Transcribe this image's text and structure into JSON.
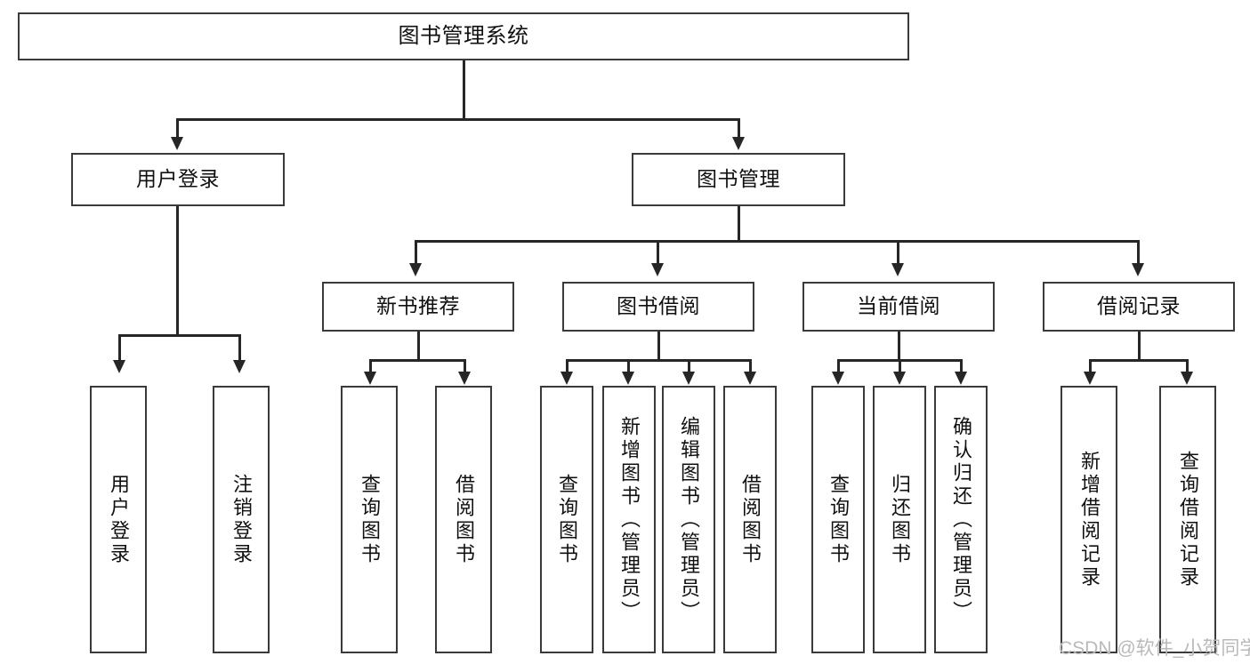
{
  "diagram": {
    "title": "图书管理系统",
    "watermark": "CSDN @软件_小贺同学",
    "colors": {
      "box_border": "#3a3a3a",
      "line": "#262626",
      "background": "#ffffff",
      "text": "#101010",
      "watermark": "#b9b9b9"
    },
    "root": {
      "label": "图书管理系统"
    },
    "level1": [
      {
        "label": "用户登录"
      },
      {
        "label": "图书管理"
      }
    ],
    "level2": [
      {
        "label": "新书推荐"
      },
      {
        "label": "图书借阅"
      },
      {
        "label": "当前借阅"
      },
      {
        "label": "借阅记录"
      }
    ],
    "leaves": {
      "user_login": [
        {
          "label": "用户登录"
        },
        {
          "label": "注销登录"
        }
      ],
      "new_book": [
        {
          "label": "查询图书"
        },
        {
          "label": "借阅图书"
        }
      ],
      "book_borrow": [
        {
          "label": "查询图书"
        },
        {
          "label": "新增图书（管理员）"
        },
        {
          "label": "编辑图书（管理员）"
        },
        {
          "label": "借阅图书"
        }
      ],
      "current_borrow": [
        {
          "label": "查询图书"
        },
        {
          "label": "归还图书"
        },
        {
          "label": "确认归还（管理员）"
        }
      ],
      "borrow_record": [
        {
          "label": "新增借阅记录"
        },
        {
          "label": "查询借阅记录"
        }
      ]
    }
  }
}
